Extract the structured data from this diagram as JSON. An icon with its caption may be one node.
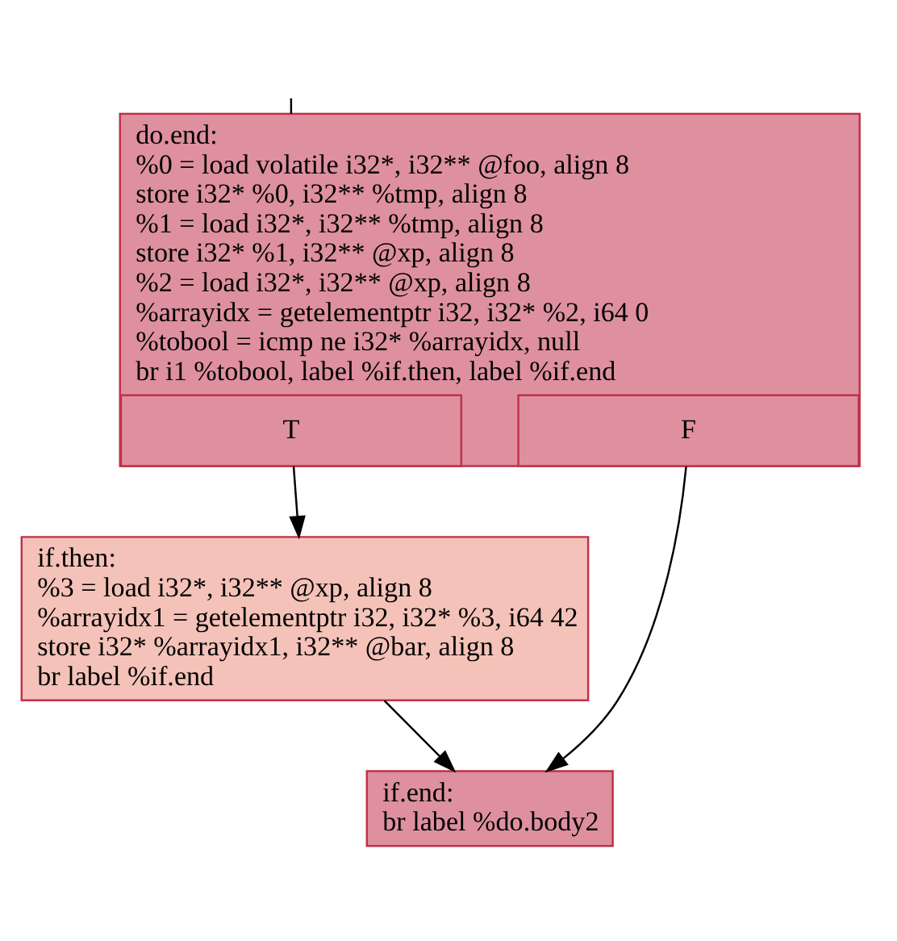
{
  "diagram": {
    "nodes": [
      {
        "text": [
          "do.end:",
          "%0 = load volatile i32*, i32** @foo, align 8",
          "store i32* %0, i32** %tmp, align 8",
          "%1 = load i32*, i32** %tmp, align 8",
          "store i32* %1, i32** @xp, align 8",
          "%2 = load i32*, i32** @xp, align 8",
          "%arrayidx = getelementptr i32, i32* %2, i64 0",
          "%tobool = icmp ne i32* %arrayidx, null",
          "br i1 %tobool, label %if.then, label %if.end"
        ]
      },
      {
        "text": [
          "T"
        ],
        "in": 0
      },
      {
        "text": [
          "F"
        ],
        "in": 0
      },
      {
        "text": [
          "if.then:",
          "%3 = load i32*, i32** @xp, align 8",
          "%arrayidx1 = getelementptr i32, i32* %3, i64 42",
          "store i32* %arrayidx1, i32** @bar, align 8",
          "br label %if.end"
        ]
      },
      {
        "text": [
          "if.end:",
          "br label %do.body2"
        ]
      }
    ],
    "edges": [
      {
        "from": null,
        "to": 0,
        "arrow": "none"
      },
      {
        "from": 1,
        "to": 3,
        "arrow": "to"
      },
      {
        "from": 2,
        "to": 4,
        "arrow": "to"
      },
      {
        "from": 3,
        "to": 4,
        "arrow": "to"
      }
    ]
  }
}
